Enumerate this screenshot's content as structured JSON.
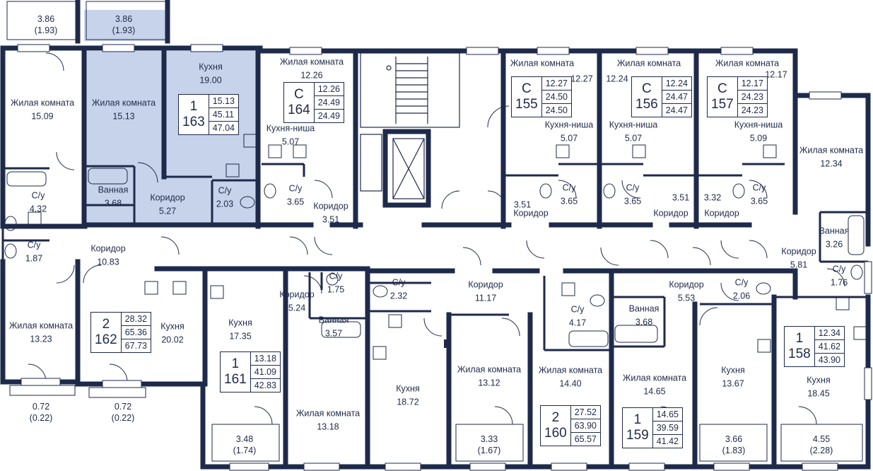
{
  "colors": {
    "wall": "#1e2a4a",
    "highlight": "#c7d3ea",
    "text": "#1e2a4a"
  },
  "apartments": [
    {
      "id": "apt-163",
      "type": "1",
      "number": "163",
      "areas": [
        "15.13",
        "45.11",
        "47.04"
      ]
    },
    {
      "id": "apt-164",
      "type": "С",
      "number": "164",
      "areas": [
        "12.26",
        "24.49",
        "24.49"
      ]
    },
    {
      "id": "apt-155",
      "type": "С",
      "number": "155",
      "areas": [
        "12.27",
        "24.50",
        "24.50"
      ]
    },
    {
      "id": "apt-156",
      "type": "С",
      "number": "156",
      "areas": [
        "12.24",
        "24.47",
        "24.47"
      ]
    },
    {
      "id": "apt-157",
      "type": "С",
      "number": "157",
      "areas": [
        "12.17",
        "24.23",
        "24.23"
      ]
    },
    {
      "id": "apt-162",
      "type": "2",
      "number": "162",
      "areas": [
        "28.32",
        "65.36",
        "67.73"
      ]
    },
    {
      "id": "apt-161",
      "type": "1",
      "number": "161",
      "areas": [
        "13.18",
        "41.09",
        "42.83"
      ]
    },
    {
      "id": "apt-160",
      "type": "2",
      "number": "160",
      "areas": [
        "27.52",
        "63.90",
        "65.57"
      ]
    },
    {
      "id": "apt-159",
      "type": "1",
      "number": "159",
      "areas": [
        "14.65",
        "39.59",
        "41.42"
      ]
    },
    {
      "id": "apt-158",
      "type": "1",
      "number": "158",
      "areas": [
        "12.34",
        "41.62",
        "43.90"
      ]
    }
  ],
  "rooms": [
    {
      "name": "Жилая комната",
      "area": "15.09"
    },
    {
      "name": "Жилая комната",
      "area": "15.13"
    },
    {
      "name": "Кухня",
      "area": "19.00"
    },
    {
      "name": "Жилая комната",
      "area": "12.26"
    },
    {
      "name": "Кухня-ниша",
      "area": "5.07"
    },
    {
      "name": "С/у",
      "area": "4.32"
    },
    {
      "name": "Ванная",
      "area": "3.68"
    },
    {
      "name": "Коридор",
      "area": "5.27"
    },
    {
      "name": "С/у",
      "area": "2.03"
    },
    {
      "name": "С/у",
      "area": "3.65"
    },
    {
      "name": "Коридор",
      "area": "3.51"
    },
    {
      "name": "С/у",
      "area": "1.87"
    },
    {
      "name": "Коридор",
      "area": "10.83"
    },
    {
      "name": "Жилая комната",
      "area": "12.27"
    },
    {
      "name": "Кухня-ниша",
      "area": "5.07"
    },
    {
      "name": "С/у",
      "area": "3.65"
    },
    {
      "name": "Коридор",
      "area": "3.51"
    },
    {
      "name": "Жилая комната",
      "area": "12.24"
    },
    {
      "name": "Кухня-ниша",
      "area": "5.07"
    },
    {
      "name": "С/у",
      "area": "3.65"
    },
    {
      "name": "Коридор",
      "area": "3.51"
    },
    {
      "name": "Жилая комната",
      "area": "12.17"
    },
    {
      "name": "Кухня-ниша",
      "area": "5.09"
    },
    {
      "name": "С/у",
      "area": "3.65"
    },
    {
      "name": "Коридор",
      "area": "3.32"
    },
    {
      "name": "Жилая комната",
      "area": "12.34"
    },
    {
      "name": "Ванная",
      "area": "3.26"
    },
    {
      "name": "Коридор",
      "area": "5.81"
    },
    {
      "name": "С/у",
      "area": "1.76"
    },
    {
      "name": "Жилая комната",
      "area": "13.23"
    },
    {
      "name": "Кухня",
      "area": "20.02"
    },
    {
      "name": "Кухня",
      "area": "17.35"
    },
    {
      "name": "Коридор",
      "area": "5.24"
    },
    {
      "name": "С/у",
      "area": "1.75"
    },
    {
      "name": "Ванная",
      "area": "3.57"
    },
    {
      "name": "С/у",
      "area": "2.32"
    },
    {
      "name": "Коридор",
      "area": "11.17"
    },
    {
      "name": "Жилая комната",
      "area": "13.18"
    },
    {
      "name": "Кухня",
      "area": "18.72"
    },
    {
      "name": "Жилая комната",
      "area": "13.12"
    },
    {
      "name": "С/у",
      "area": "4.17"
    },
    {
      "name": "Жилая комната",
      "area": "14.40"
    },
    {
      "name": "Ванная",
      "area": "3.68"
    },
    {
      "name": "Жилая комната",
      "area": "14.65"
    },
    {
      "name": "Коридор",
      "area": "5.53"
    },
    {
      "name": "С/у",
      "area": "2.06"
    },
    {
      "name": "Кухня",
      "area": "13.67"
    },
    {
      "name": "Кухня",
      "area": "18.45"
    }
  ],
  "corridor_labels": [
    {
      "name": "Коридор",
      "area": "3.51"
    },
    {
      "name": "Коридор",
      "area": "3.51"
    },
    {
      "name": "Коридор",
      "area": "3.32"
    }
  ],
  "balconies": [
    {
      "area": "3.86",
      "reduced": "(1.93)"
    },
    {
      "area": "3.86",
      "reduced": "(1.93)"
    },
    {
      "area": "0.72",
      "reduced": "(0.22)"
    },
    {
      "area": "0.72",
      "reduced": "(0.22)"
    },
    {
      "area": "3.48",
      "reduced": "(1.74)"
    },
    {
      "area": "3.33",
      "reduced": "(1.67)"
    },
    {
      "area": "3.66",
      "reduced": "(1.83)"
    },
    {
      "area": "4.55",
      "reduced": "(2.28)"
    }
  ]
}
